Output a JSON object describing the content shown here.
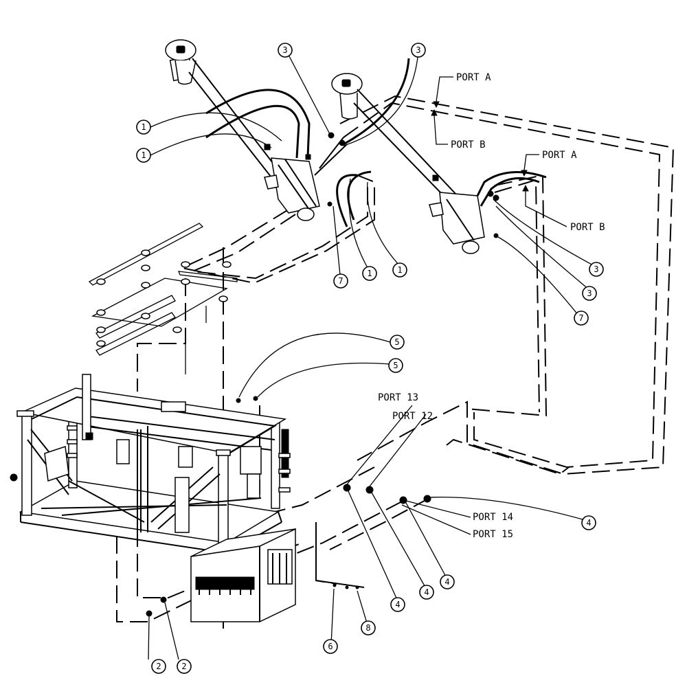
{
  "colors": {
    "ink": "#000000",
    "paper": "#ffffff"
  },
  "callouts": [
    "1",
    "1",
    "1",
    "1",
    "2",
    "2",
    "3",
    "3",
    "3",
    "3",
    "4",
    "4",
    "4",
    "4",
    "5",
    "5",
    "6",
    "7",
    "7",
    "8"
  ],
  "ports": {
    "port_a_upper": "PORT A",
    "port_b_upper": "PORT B",
    "port_a_right": "PORT A",
    "port_b_right": "PORT B",
    "port_13": "PORT 13",
    "port_12": "PORT 12",
    "port_14": "PORT 14",
    "port_15": "PORT 15"
  }
}
